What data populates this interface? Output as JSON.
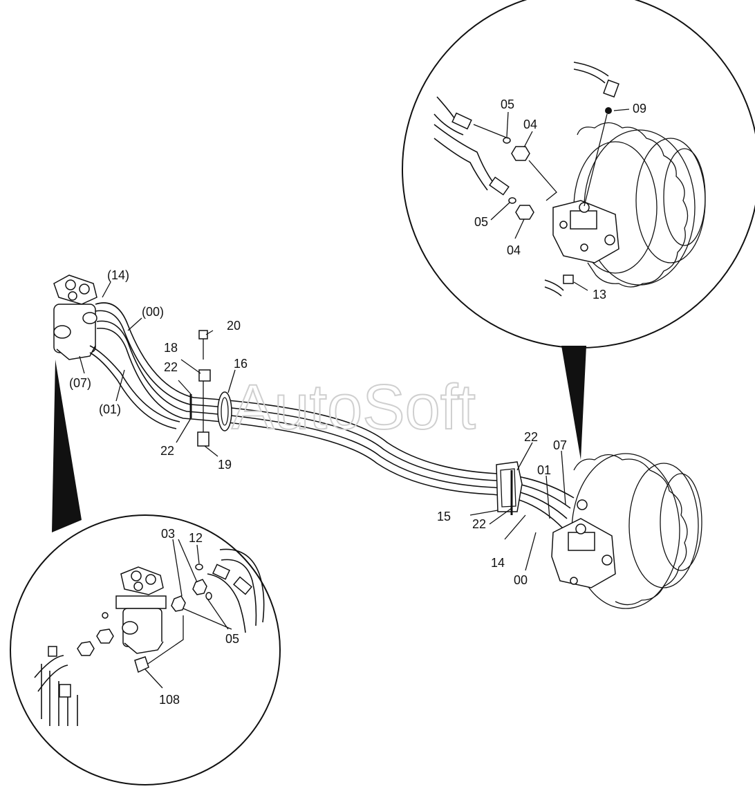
{
  "watermark": "AutoSoft",
  "callouts": {
    "top_detail": {
      "c05a": "05",
      "c04a": "04",
      "c09": "09",
      "c05b": "05",
      "c04b": "04",
      "c13": "13"
    },
    "main": {
      "p14": "(14)",
      "p00": "(00)",
      "p07": "(07)",
      "p01": "(01)",
      "c20": "20",
      "c18": "18",
      "c22a": "22",
      "c16": "16",
      "c22b": "22",
      "c19": "19",
      "c22c": "22",
      "c07": "07",
      "c01": "01",
      "c15": "15",
      "c22d": "22",
      "c14": "14",
      "c00": "00"
    },
    "bottom_detail": {
      "c12": "12",
      "c03": "03",
      "c05": "05",
      "c108": "108"
    }
  },
  "colors": {
    "ink": "#111111",
    "watermark": "#cfcfcf",
    "background": "#ffffff"
  }
}
